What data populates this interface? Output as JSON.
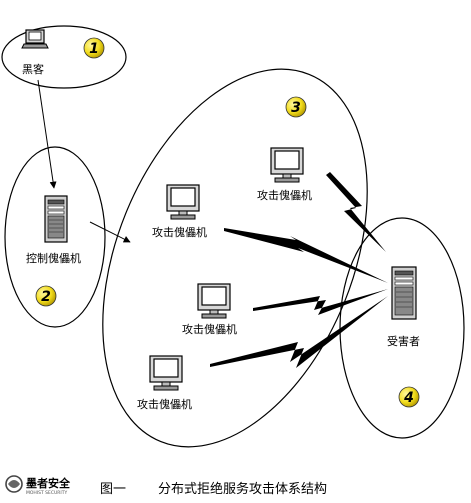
{
  "nodes": {
    "hacker": "黑客",
    "controller": "控制傀儡机",
    "zombie_1": "攻击傀儡机",
    "zombie_2": "攻击傀儡机",
    "zombie_3": "攻击傀儡机",
    "zombie_4": "攻击傀儡机",
    "victim": "受害者"
  },
  "badges": [
    "1",
    "2",
    "3",
    "4"
  ],
  "caption": {
    "figure_no": "图一",
    "title": "分布式拒绝服务攻击体系结构"
  },
  "logo": {
    "name": "墨者安全",
    "sub": "MOHIST SECURITY"
  },
  "colors": {
    "badge_fill": "#f2dc1c",
    "line": "#000000",
    "screen": "#ffffff"
  }
}
